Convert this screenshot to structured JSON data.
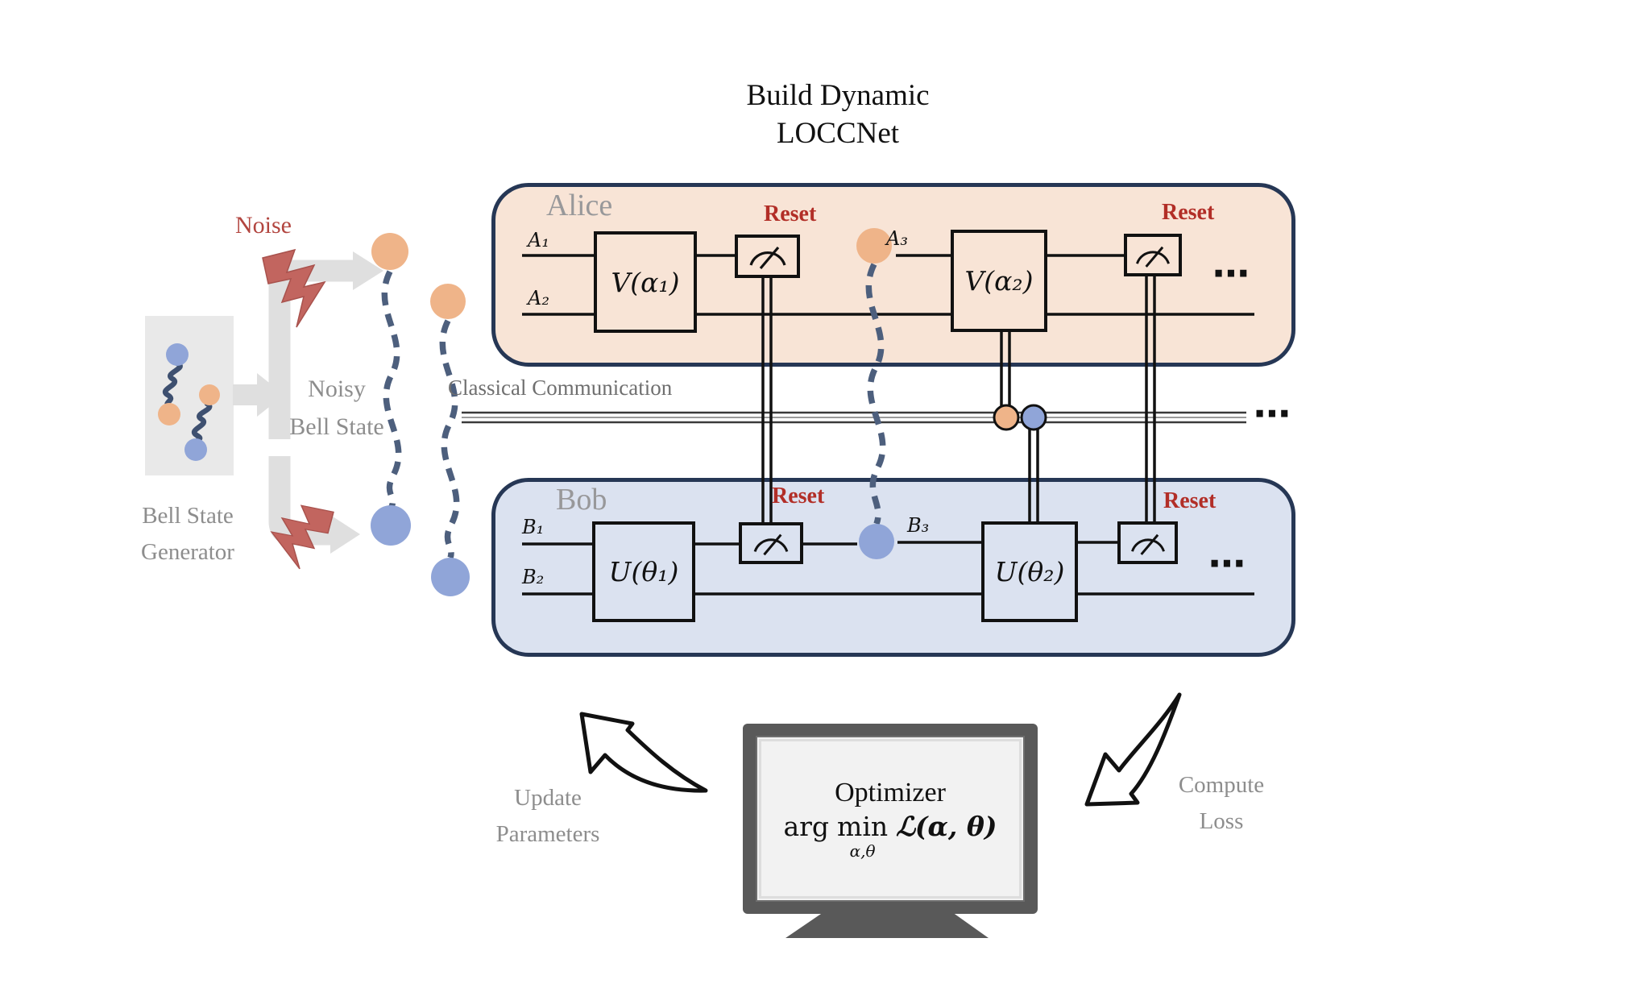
{
  "colors": {
    "alice_fill": "#f8e4d6",
    "bob_fill": "#dbe2f0",
    "region_border": "#263755",
    "reset_red": "#b22e27",
    "noise_red": "#b2453f",
    "gray_text": "#8d8d8d",
    "comm_text": "#6f6f6f",
    "orange": "#efb489",
    "blue": "#90a5d8",
    "dash_navy": "#4d5f7d",
    "spring_navy": "#3e5070",
    "bolt_red": "#c2655f",
    "arrow_gray": "#dfdfdf",
    "gen_gray": "#e9e9e9",
    "monitor_gray": "#595959",
    "screen_gray": "#f2f2f2"
  },
  "title": {
    "line1": "Build Dynamic",
    "line2": "LOCCNet"
  },
  "left_panel": {
    "noise": "Noise",
    "noisy_bell_line1": "Noisy",
    "noisy_bell_line2": "Bell State",
    "generator_line1": "Bell State",
    "generator_line2": "Generator"
  },
  "alice": {
    "label": "Alice",
    "wire1": "A₁",
    "wire2": "A₂",
    "wire3": "A₃",
    "gate1": "V(α₁)",
    "gate2": "V(α₂)",
    "reset1": "Reset",
    "reset2": "Reset",
    "ellipsis": "⋯"
  },
  "bob": {
    "label": "Bob",
    "wire1": "B₁",
    "wire2": "B₂",
    "wire3": "B₃",
    "gate1": "U(θ₁)",
    "gate2": "U(θ₂)",
    "reset1": "Reset",
    "reset2": "Reset",
    "ellipsis": "⋯"
  },
  "classical": {
    "label": "Classical Communication",
    "ellipsis": "⋯"
  },
  "monitor": {
    "title": "Optimizer",
    "formula_arg": "arg",
    "formula_min": "min",
    "formula_sub": "α,θ",
    "formula_loss": "ℒ(α, θ)"
  },
  "feedback": {
    "update_line1": "Update",
    "update_line2": "Parameters",
    "compute_line1": "Compute",
    "compute_line2": "Loss"
  }
}
